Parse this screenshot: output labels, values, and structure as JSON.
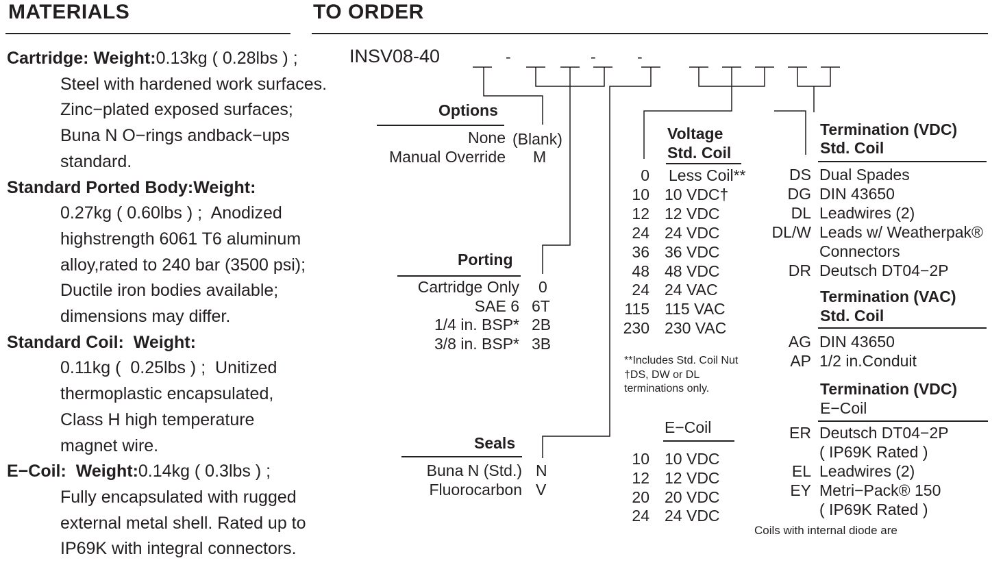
{
  "materials": {
    "heading": "MATERIALS",
    "sections": [
      {
        "lead": "Cartridge: Weight:",
        "rest": "0.13kg ( 0.28lbs ) ;",
        "lines": [
          "Steel with hardened work surfaces.",
          "Zinc−plated exposed surfaces;",
          "Buna N O−rings andback−ups",
          "standard."
        ]
      },
      {
        "lead": "Standard Ported Body:Weight:",
        "rest": "",
        "lines": [
          "0.27kg ( 0.60lbs ) ;  Anodized",
          "highstrength 6061 T6 aluminum",
          "alloy,rated to 240 bar (3500 psi);",
          "Ductile iron bodies available;",
          "dimensions may differ."
        ]
      },
      {
        "lead": "Standard Coil:  Weight:",
        "rest": "",
        "lines": [
          "0.11kg (  0.25lbs ) ;  Unitized",
          "thermoplastic encapsulated,",
          "Class H high temperature",
          "magnet wire."
        ]
      },
      {
        "lead": "E−Coil:  Weight:",
        "rest": "0.14kg ( 0.3lbs ) ;",
        "lines": [
          "Fully encapsulated with rugged",
          "external metal shell. Rated up to",
          "IP69K with integral connectors."
        ]
      }
    ]
  },
  "order": {
    "heading": "TO ORDER",
    "model": "INSV08-40",
    "dash": "-",
    "options": {
      "title": "Options",
      "rows": [
        {
          "label": "None",
          "code": "(Blank)"
        },
        {
          "label": "Manual Override",
          "code": "M"
        }
      ]
    },
    "porting": {
      "title": "Porting",
      "rows": [
        {
          "label": "Cartridge Only",
          "code": "0"
        },
        {
          "label": "SAE 6",
          "code": "6T"
        },
        {
          "label": "1/4 in. BSP*",
          "code": "2B"
        },
        {
          "label": "3/8 in. BSP*",
          "code": "3B"
        }
      ]
    },
    "seals": {
      "title": "Seals",
      "rows": [
        {
          "label": "Buna N (Std.)",
          "code": "N"
        },
        {
          "label": "Fluorocarbon",
          "code": "V"
        }
      ]
    },
    "voltage": {
      "title1": "Voltage",
      "title2": "Std. Coil",
      "rows": [
        {
          "code": "0",
          "label": "Less Coil**"
        },
        {
          "code": "10",
          "label": "10 VDC†"
        },
        {
          "code": "12",
          "label": "12 VDC"
        },
        {
          "code": "24",
          "label": "24 VDC"
        },
        {
          "code": "36",
          "label": "36 VDC"
        },
        {
          "code": "48",
          "label": "48 VDC"
        },
        {
          "code": "24",
          "label": "24 VAC"
        },
        {
          "code": "115",
          "label": "115 VAC"
        },
        {
          "code": "230",
          "label": "230 VAC"
        }
      ],
      "notes": [
        "**Includes Std. Coil Nut",
        "†DS, DW or DL",
        "terminations only."
      ]
    },
    "ecoil": {
      "title": "E−Coil",
      "rows": [
        {
          "code": "10",
          "label": "10 VDC"
        },
        {
          "code": "12",
          "label": "12 VDC"
        },
        {
          "code": "20",
          "label": "20 VDC"
        },
        {
          "code": "24",
          "label": "24 VDC"
        }
      ]
    },
    "term_vdc": {
      "title1": "Termination (VDC)",
      "title2": "Std. Coil",
      "rows": [
        {
          "code": "DS",
          "label": "Dual Spades"
        },
        {
          "code": "DG",
          "label": "DIN 43650"
        },
        {
          "code": "DL",
          "label": "Leadwires (2)"
        },
        {
          "code": "DL/W",
          "label": "Leads w/ Weatherpak®"
        },
        {
          "code": "",
          "label": "Connectors"
        },
        {
          "code": "DR",
          "label": "Deutsch DT04−2P"
        }
      ]
    },
    "term_vac": {
      "title1": "Termination (VAC)",
      "title2": "Std. Coil",
      "rows": [
        {
          "code": "AG",
          "label": "DIN 43650"
        },
        {
          "code": "AP",
          "label": "1/2 in.Conduit"
        }
      ]
    },
    "term_ecoil": {
      "title1": "Termination (VDC)",
      "title2": "E−Coil",
      "rows": [
        {
          "code": "ER",
          "label": "Deutsch DT04−2P"
        },
        {
          "code": "",
          "label": "( IP69K Rated )"
        },
        {
          "code": "EL",
          "label": "Leadwires (2)"
        },
        {
          "code": "EY",
          "label": "Metri−Pack® 150"
        },
        {
          "code": "",
          "label": "( IP69K Rated )"
        }
      ]
    },
    "footer_note": "Coils with internal diode are"
  }
}
